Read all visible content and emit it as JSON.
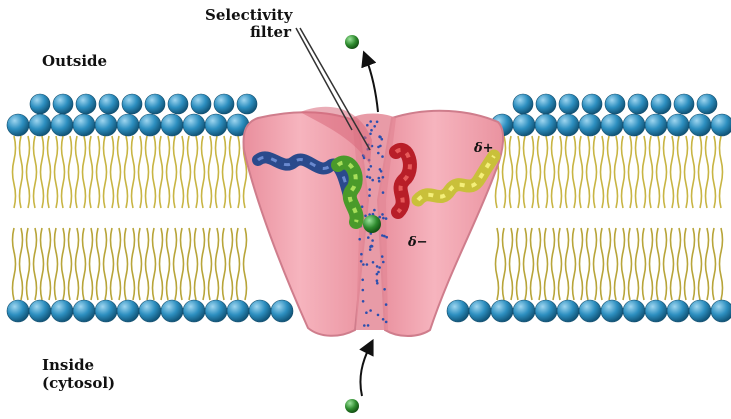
{
  "labels": {
    "selectivity_line1": "Selectivity",
    "selectivity_line2": "filter",
    "outside": "Outside",
    "inside_line1": "Inside",
    "inside_line2": "(cytosol)",
    "delta_plus": "δ+",
    "delta_minus": "δ−"
  },
  "colors": {
    "background": "#ffffff",
    "lipid_head": "#2d8fc0",
    "lipid_tail": "#c8b544",
    "channel": "#f0a3ae",
    "channel_edge": "#cf7d8c",
    "pore": "#e48a98",
    "ion": "#2e8b2e",
    "helix_blue": "#2a4a8c",
    "helix_green": "#4a9a2a",
    "helix_red": "#b81e28",
    "helix_yellow": "#d6cf3a"
  }
}
